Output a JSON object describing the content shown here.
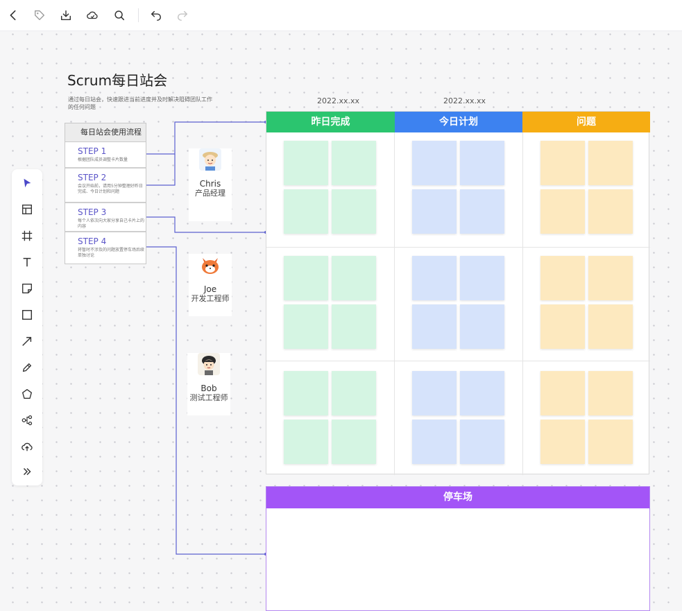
{
  "board": {
    "title": "Scrum每日站会",
    "subtitle": "通过每日站会，快速跟进当前进度并及时解决阻碍团队工作的任何问题",
    "dates": [
      "2022.xx.xx",
      "2022.xx.xx"
    ],
    "columns": [
      {
        "label": "昨日完成",
        "color": "#2bc56f",
        "note_color": "#d5f5e3"
      },
      {
        "label": "今日计划",
        "color": "#3d82f0",
        "note_color": "#d6e3fb"
      },
      {
        "label": "问题",
        "color": "#f6ad13",
        "note_color": "#fde9bf"
      }
    ],
    "parking_lot": "停车场"
  },
  "flow": {
    "title": "每日站会使用流程",
    "steps": [
      {
        "title": "STEP 1",
        "desc": "根据团队成员调整卡片数量"
      },
      {
        "title": "STEP 2",
        "desc": "会议开始前，请用5分钟整理好昨日完成、今日计划和问题"
      },
      {
        "title": "STEP 3",
        "desc": "每个人依次向大家分享自己卡片上的内容"
      },
      {
        "title": "STEP 4",
        "desc": "将暂时不涉及的问题放置停车场后续单独讨论"
      }
    ]
  },
  "people": [
    {
      "name": "Chris",
      "role": "产品经理"
    },
    {
      "name": "Joe",
      "role": "开发工程师"
    },
    {
      "name": "Bob",
      "role": "测试工程师"
    }
  ],
  "topbar": {
    "icons": [
      "back-icon",
      "tag-icon",
      "download-icon",
      "cloud-icon",
      "search-icon",
      "undo-icon",
      "redo-icon"
    ]
  },
  "toolbar": {
    "tools": [
      "select-icon",
      "template-icon",
      "frame-icon",
      "text-icon",
      "sticky-note-icon",
      "rectangle-icon",
      "arrow-icon",
      "pen-icon",
      "shape-icon",
      "mindmap-icon",
      "upload-icon",
      "more-icon"
    ]
  }
}
